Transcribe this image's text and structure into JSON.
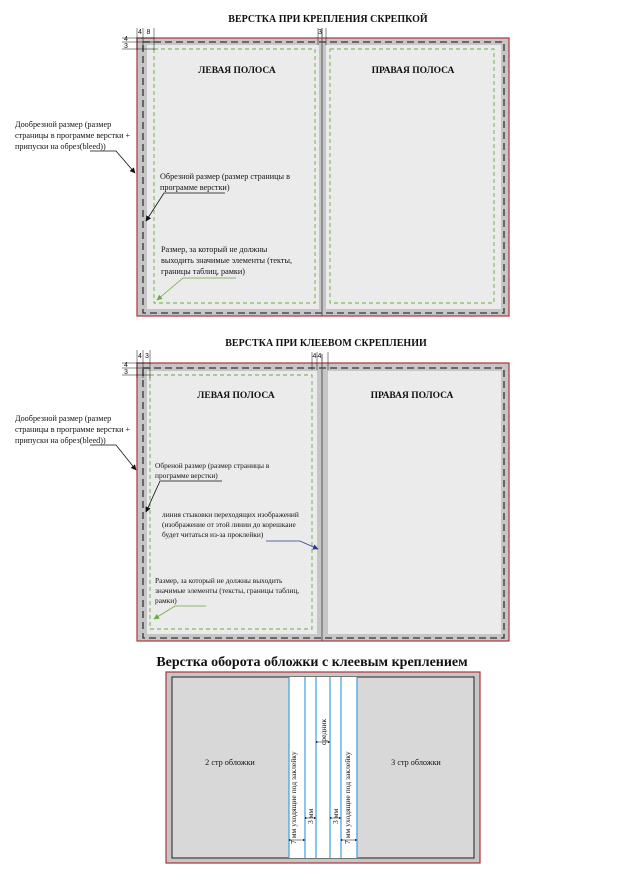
{
  "layout_staple": {
    "title": "ВЕРСТКА ПРИ КРЕПЛЕНИЯ СКРЕПКОЙ",
    "left_page": "ЛЕВАЯ ПОЛОСА",
    "right_page": "ПРАВАЯ ПОЛОСА",
    "dims": {
      "top_a": "4",
      "top_b": "8",
      "left_a": "4",
      "left_b": "3",
      "spine": "3"
    },
    "bleed_note": [
      "Дообрезной размер (размер",
      "страницы в программе верстки +",
      "припуски на обрез(bleed))"
    ],
    "trim_note": [
      "Обрезной размер (размер страницы в",
      "программе верстки)"
    ],
    "safe_note": [
      "Размер, за который не должны",
      "выходить значимые элементы (текты,",
      "границы таблиц, рамки)"
    ]
  },
  "layout_glue": {
    "title": "ВЕРСТКА ПРИ КЛЕЕВОМ СКРЕПЛЕНИИ",
    "left_page": "ЛЕВАЯ ПОЛОСА",
    "right_page": "ПРАВАЯ ПОЛОСА",
    "dims": {
      "top_a": "4",
      "top_b": "3",
      "left_a": "4",
      "left_b": "3",
      "spine_a": "4",
      "spine_b": "4"
    },
    "bleed_note": [
      "Дообрезной размер (размер",
      "страницы в программе верстки +",
      "припуски на обрез(bleed))"
    ],
    "trim_note": [
      "Обреной размер (размер страницы в",
      "программе верстки)"
    ],
    "join_note": [
      "линия стыковки переходящих изображений",
      "(изображение от этой линии до корешкаие",
      "будет читаться из-за проклейки)"
    ],
    "safe_note": [
      "Размер, за который не должны  выходить",
      "значимые элементы (тексты, границы таблиц,",
      "рамки)"
    ]
  },
  "cover": {
    "title": "Верстка оборота обложки с клеевым креплением",
    "page2": "2 стр обложки",
    "page3": "3 стр обложки",
    "strip_left": "7 мм уходящие под заклейку",
    "strip_right": "7 мм уходящие под заклейку",
    "mm3_left": "3 мм",
    "mm3_right": "3 мм",
    "spine": "средник"
  },
  "colors": {
    "bleed_border": "#b0323a",
    "bleed_fill": "#c6c6c6",
    "page_fill": "#ebebeb",
    "safe_line": "#6aaa45",
    "trim_line": "#333333",
    "join_arrow": "#303a8a",
    "cover_blue": "#3aa0e0"
  }
}
